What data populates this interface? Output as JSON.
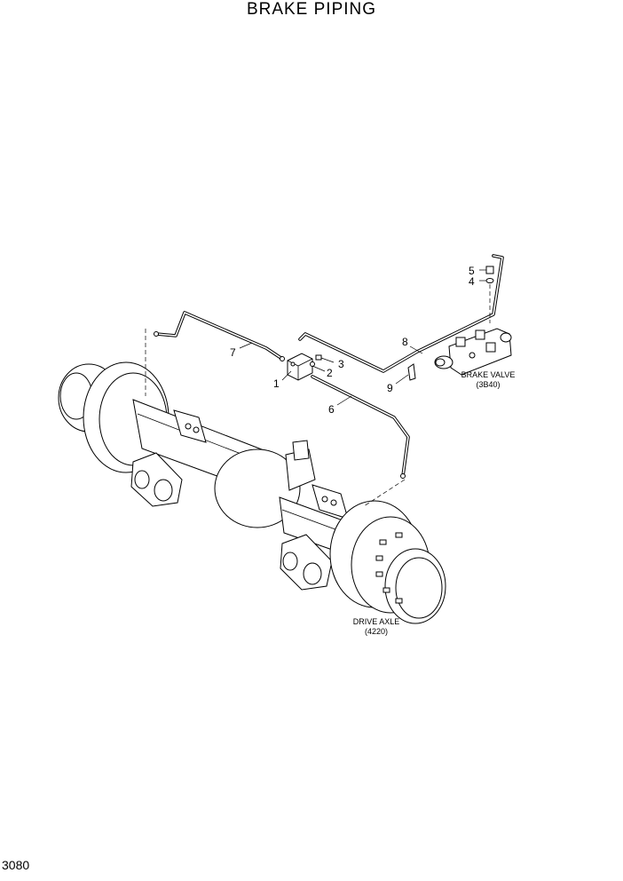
{
  "title": "BRAKE PIPING",
  "page_number": "3080",
  "assemblies": {
    "brake_valve": {
      "name": "BRAKE VALVE",
      "ref": "(3B40)"
    },
    "drive_axle": {
      "name": "DRIVE AXLE",
      "ref": "(4220)"
    }
  },
  "callouts": [
    "1",
    "2",
    "3",
    "4",
    "5",
    "6",
    "7",
    "8",
    "9"
  ]
}
